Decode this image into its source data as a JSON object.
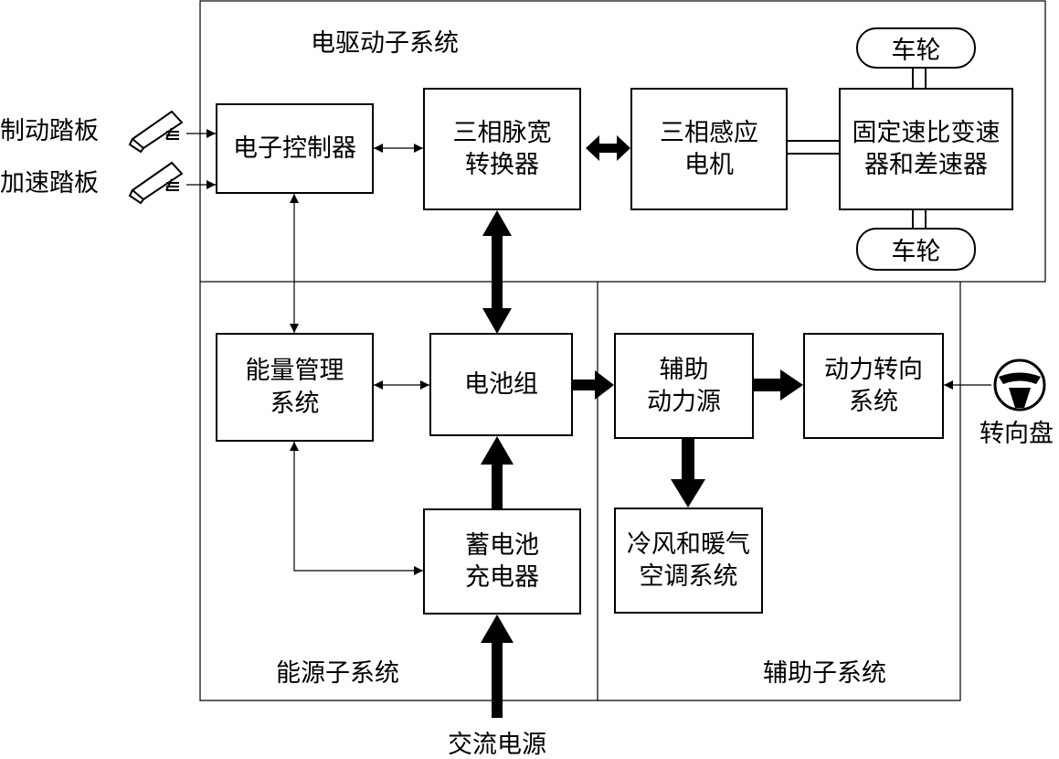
{
  "subsystems": {
    "electric_drive": "电驱动子系统",
    "energy": "能源子系统",
    "auxiliary": "辅助子系统"
  },
  "inputs": {
    "brake_pedal": "制动踏板",
    "accel_pedal": "加速踏板",
    "steering_wheel": "转向盘",
    "ac_power": "交流电源"
  },
  "blocks": {
    "controller": "电子控制器",
    "pwm_converter": [
      "三相脉宽",
      "转换器"
    ],
    "induction_motor": [
      "三相感应",
      "电机"
    ],
    "gearbox": [
      "固定速比变速",
      "器和差速器"
    ],
    "wheel_top": "车轮",
    "wheel_bottom": "车轮",
    "energy_mgmt": [
      "能量管理",
      "系统"
    ],
    "battery": "电池组",
    "charger": [
      "蓄电池",
      "充电器"
    ],
    "aux_power": [
      "辅助",
      "动力源"
    ],
    "power_steering": [
      "动力转向",
      "系统"
    ],
    "hvac": [
      "冷风和暖气",
      "空调系统"
    ]
  }
}
